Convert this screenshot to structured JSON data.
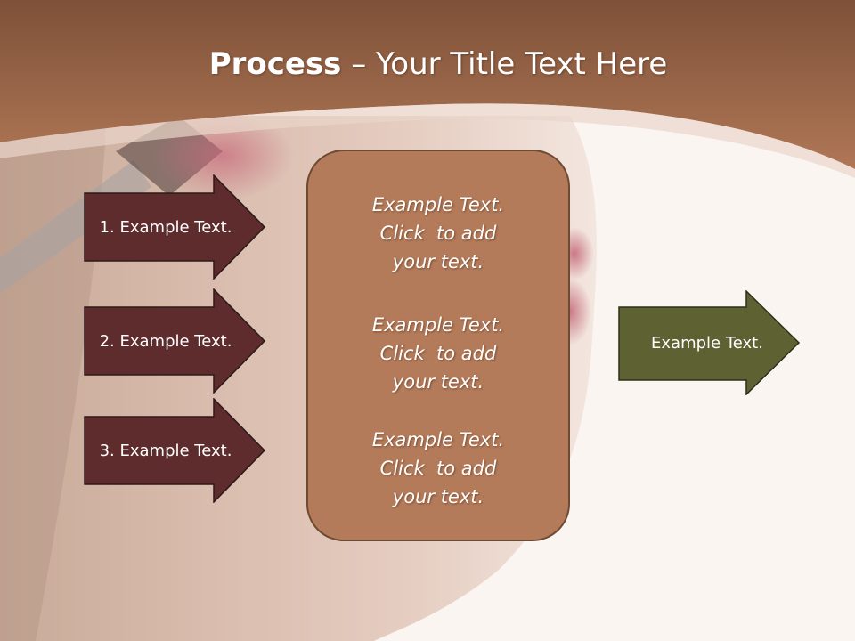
{
  "title": {
    "bold": "Process",
    "rest": " – Your Title Text Here"
  },
  "steps": [
    {
      "label": "1. Example Text."
    },
    {
      "label": "2. Example Text."
    },
    {
      "label": "3. Example Text."
    }
  ],
  "center_box": {
    "items": [
      {
        "line1": "Example Text.",
        "line2": "Click  to add",
        "line3": "your text."
      },
      {
        "line1": "Example Text.",
        "line2": "Click  to add",
        "line3": "your text."
      },
      {
        "line1": "Example Text.",
        "line2": "Click  to add",
        "line3": "your text."
      }
    ]
  },
  "output": {
    "label": "Example Text."
  },
  "colors": {
    "header_brown": "#a56848",
    "step_arrow_fill": "#5e2c2c",
    "output_arrow_fill": "#5e6233",
    "center_box_fill": "#b47b5a"
  }
}
